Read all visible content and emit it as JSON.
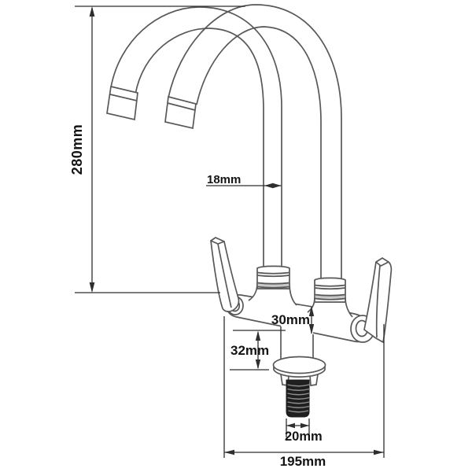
{
  "meta": {
    "description": "Technical outline drawing of a twin gooseneck-spout deck-mounted kitchen faucet with dimension annotations",
    "background_color": "#ffffff",
    "faucet_line_color": "#585858",
    "dimension_line_color": "#2e2e2e",
    "label_color": "#141414"
  },
  "parts": [
    "front gooseneck spout",
    "rear gooseneck spout",
    "front spout nozzle",
    "rear spout nozzle",
    "front spout coupling nut",
    "rear spout coupling nut",
    "faucet body",
    "left lever handle",
    "right lever handle",
    "left valve ring",
    "right valve ring",
    "riser column",
    "mounting flange",
    "threaded shank"
  ],
  "dimensions": {
    "overall_height": "280mm",
    "spout_tube_diameter": "18mm",
    "body_diameter": "30mm",
    "body_to_deck": "32mm",
    "thread_diameter": "20mm",
    "overall_width": "195mm"
  }
}
